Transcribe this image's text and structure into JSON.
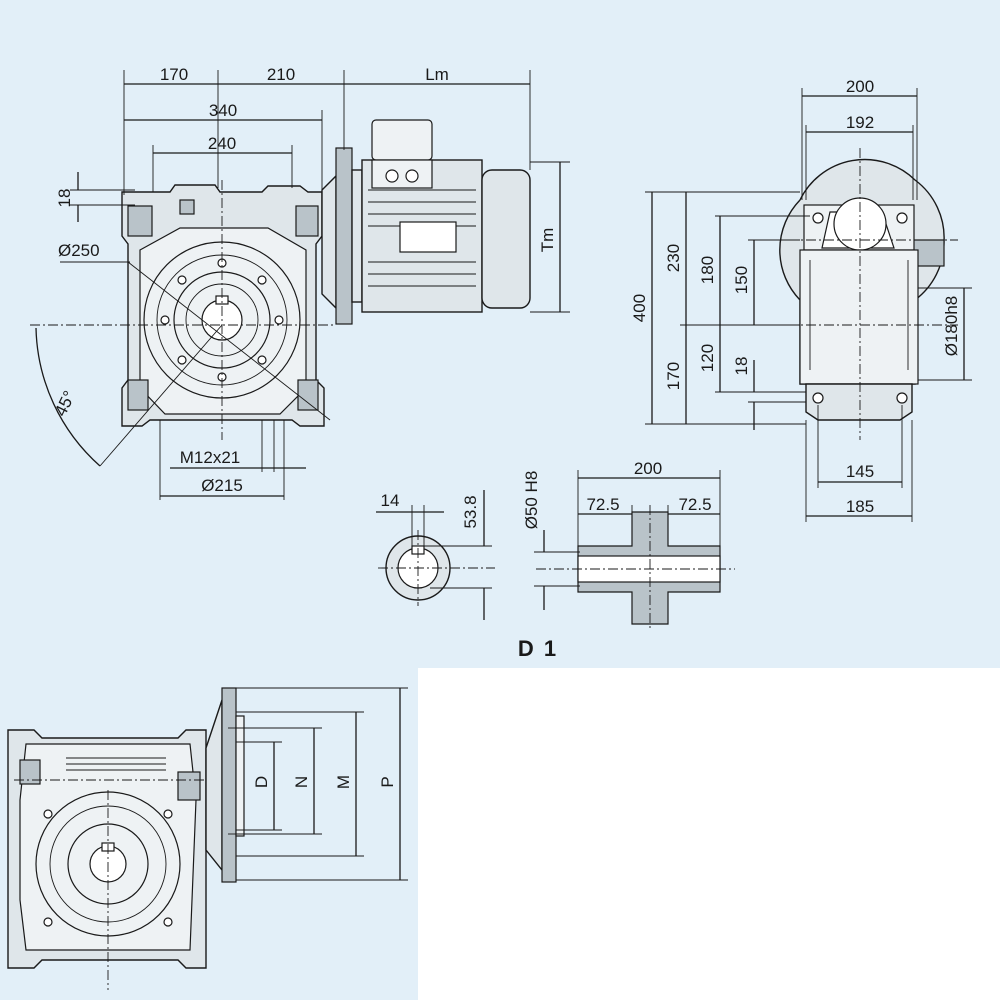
{
  "colors": {
    "background_panel": "#e2eff8",
    "blank_area": "#ffffff",
    "line": "#1a1a1a",
    "part_fill": "#dfe6ea"
  },
  "front_view": {
    "dims_top": [
      "170",
      "210",
      "Lm"
    ],
    "dim_340": "340",
    "dim_240": "240",
    "dim_18": "18",
    "dia_250": "Ø250",
    "dim_tm": "Tm",
    "angle_45": "45°",
    "thread": "M12x21",
    "dia_215": "Ø215"
  },
  "side_view": {
    "dim_200": "200",
    "dim_192": "192",
    "dim_400": "400",
    "dim_230": "230",
    "dim_180": "180",
    "dim_150": "150",
    "dim_170": "170",
    "dim_120": "120",
    "dim_18": "18",
    "dia_180h8": "Ø180h8",
    "dim_145": "145",
    "dim_185": "185"
  },
  "shaft_detail": {
    "keyway_width": "14",
    "keyway_depth": "53.8",
    "bore": "Ø50 H8",
    "length_200": "200",
    "left_725": "72.5",
    "right_725": "72.5"
  },
  "section_label": "D 1",
  "flange_view": {
    "labels": [
      "D",
      "N",
      "M",
      "P"
    ]
  }
}
